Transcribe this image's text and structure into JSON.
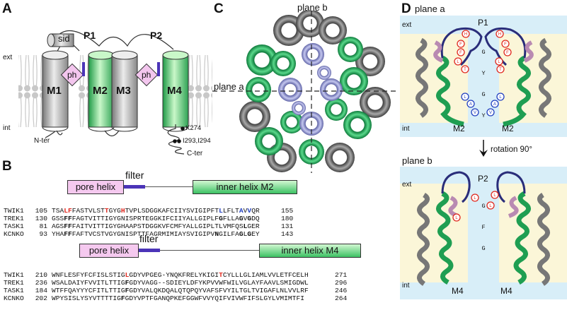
{
  "panel_a": {
    "letter": "A",
    "labels": {
      "sid": "sid",
      "p1": "P1",
      "p2": "P2",
      "ext": "ext",
      "int": "int",
      "m1": "M1",
      "m2": "M2",
      "m3": "M3",
      "m4": "M4",
      "ph1": "ph",
      "ph2": "ph",
      "n_ter": "N-ter",
      "c_ter": "C-ter",
      "k274": "K274",
      "i293": "I293,I294"
    }
  },
  "panel_b": {
    "letter": "B",
    "block1": {
      "pore_helix": "pore helix",
      "filter": "filter",
      "inner_helix": "inner helix M2",
      "rows": [
        {
          "name": "TWIK1",
          "start": "105",
          "end": "155"
        },
        {
          "name": "TREK1",
          "start": "130",
          "end": "180"
        },
        {
          "name": "TASK1",
          "start": "81",
          "end": "131"
        },
        {
          "name": "KCNKO",
          "start": "93",
          "end": "143"
        }
      ]
    },
    "block2": {
      "pore_helix": "pore helix",
      "filter": "filter",
      "inner_helix": "inner helix M4",
      "rows": [
        {
          "name": "TWIK1",
          "start": "210",
          "end": "271"
        },
        {
          "name": "TREK1",
          "start": "236",
          "end": "296"
        },
        {
          "name": "TASK1",
          "start": "184",
          "end": "246"
        },
        {
          "name": "KCNKO",
          "start": "202",
          "end": "264"
        }
      ]
    }
  },
  "panel_c": {
    "letter": "C",
    "plane_a": "plane a",
    "plane_b": "plane b"
  },
  "panel_d": {
    "letter": "D",
    "top": {
      "plane": "plane a",
      "p": "P1",
      "ext": "ext",
      "int": "int",
      "m_left": "M2",
      "m_right": "M2",
      "filter_letters": [
        "G",
        "Y",
        "G",
        "Y"
      ]
    },
    "rotation": "rotation 90°",
    "bottom": {
      "plane": "plane b",
      "p": "P2",
      "ext": "ext",
      "int": "int",
      "m_left": "M4",
      "m_right": "M4",
      "filter_letters": [
        "G",
        "F",
        "G"
      ]
    }
  },
  "colors": {
    "green_helix": "#2aa861",
    "grey_helix": "#6b6b6b",
    "lavender": "#9a9ed6",
    "pink_ph": "#f3c6ee",
    "red_circle": "#e0281e",
    "blue_circle": "#2240c0",
    "membrane_yellow": "#fbf6d8",
    "water_blue": "#d8eef8"
  }
}
